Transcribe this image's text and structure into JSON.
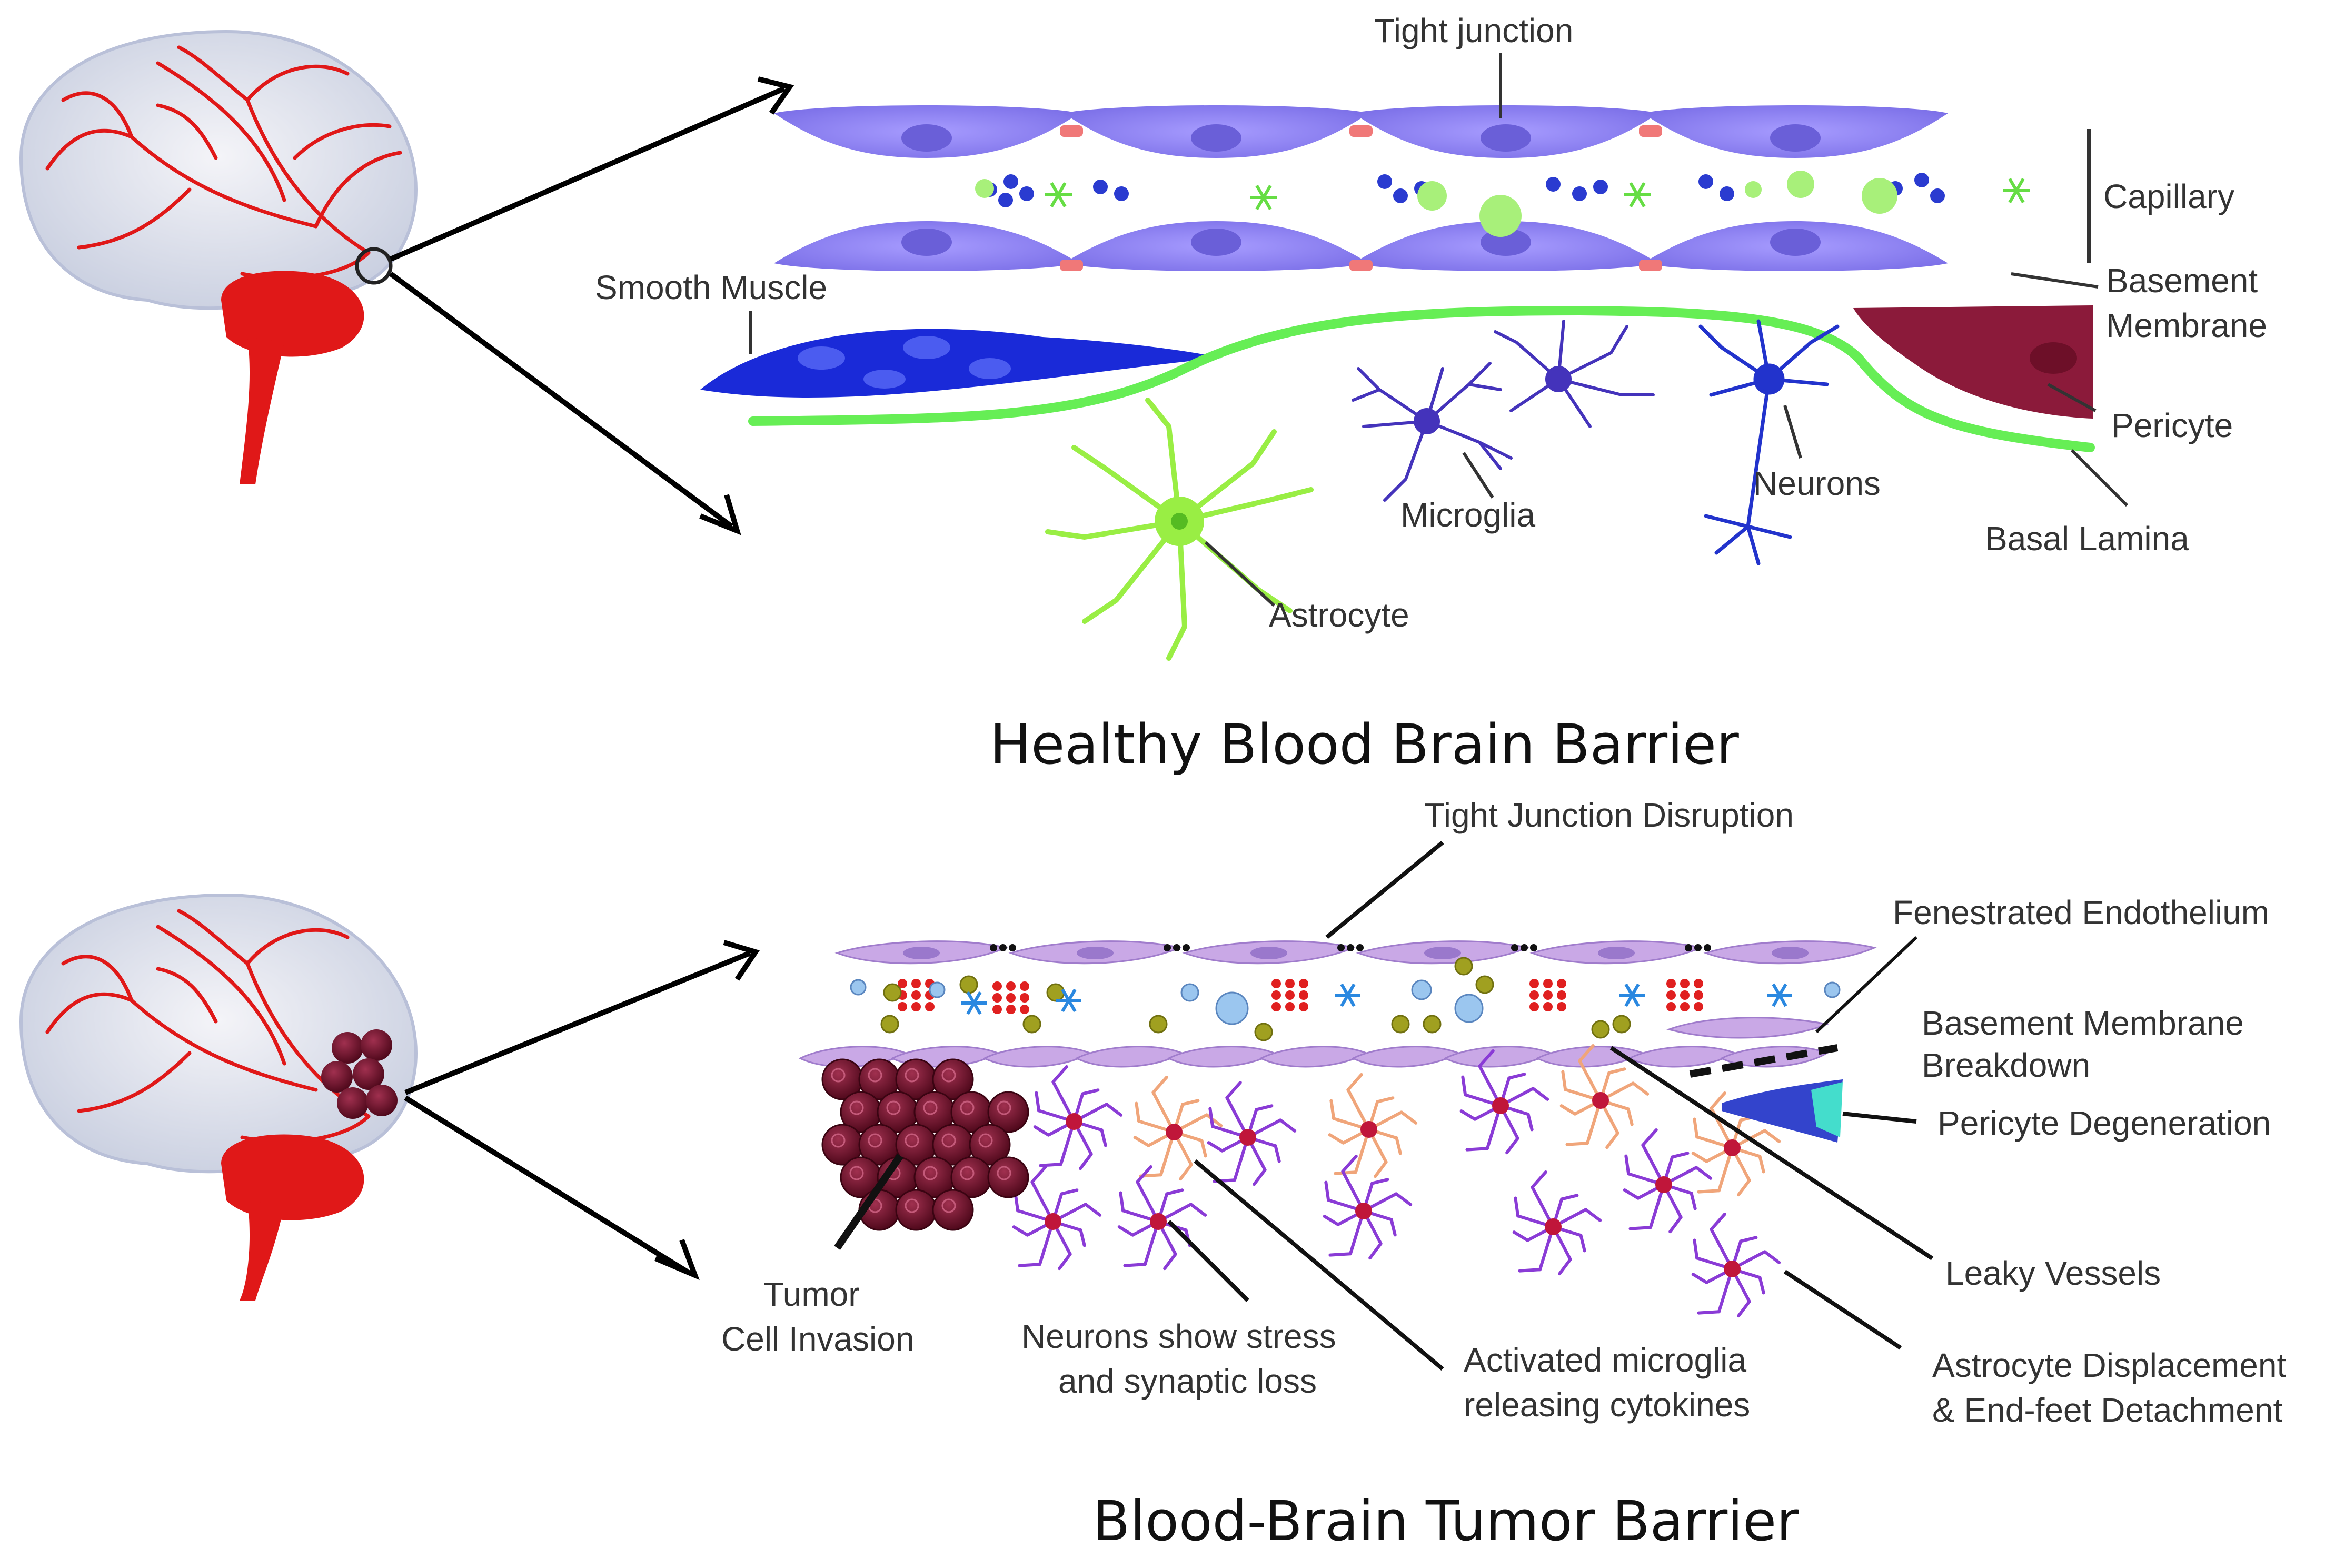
{
  "healthy": {
    "title": "Healthy Blood Brain Barrier",
    "labels": {
      "tight_junction": "Tight junction",
      "capillary": "Capillary",
      "basement_membrane_1": "Basement",
      "basement_membrane_2": "Membrane",
      "smooth_muscle": "Smooth Muscle",
      "pericyte": "Pericyte",
      "neurons": "Neurons",
      "microglia": "Microglia",
      "basal_lamina": "Basal Lamina",
      "astrocyte": "Astrocyte"
    }
  },
  "tumor": {
    "title": "Blood-Brain Tumor Barrier",
    "labels": {
      "tight_junction_disruption": "Tight Junction  Disruption",
      "fenestrated_endothelium": "Fenestrated  Endothelium",
      "basement_breakdown_1": "Basement  Membrane",
      "basement_breakdown_2": "Breakdown",
      "pericyte_degeneration": "Pericyte  Degeneration",
      "leaky_vessels": "Leaky Vessels",
      "astro_displacement_1": "Astrocyte  Displacement",
      "astro_displacement_2": "& End-feet  Detachment",
      "tumor_invasion_1": "Tumor",
      "tumor_invasion_2": "Cell Invasion",
      "neurons_stress_1": "Neurons  show  stress",
      "neurons_stress_2": "and  synaptic  loss",
      "activated_microglia_1": "Activated microglia",
      "activated_microglia_2": "releasing cytokines"
    }
  },
  "colors": {
    "endothelium": "#8c82f0",
    "junction": "#f07878",
    "green_lamina": "#66ee55",
    "astrocyte": "#99ee44",
    "neuron_blue": "#2233cc",
    "microglia": "#4433bb",
    "pericyte": "#8b1a3a",
    "tumor": "#6b0f2a",
    "brain_red": "#e01818",
    "tumor_endothelium": "#c9a8e6",
    "activated_cell": "#8a3bd6"
  }
}
